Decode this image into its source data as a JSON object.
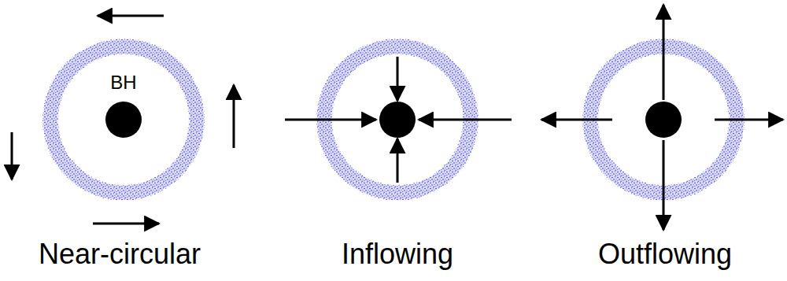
{
  "diagram": {
    "labels": [
      "BH",
      "Near-circular",
      "Inflowing",
      "Outflowing"
    ]
  }
}
